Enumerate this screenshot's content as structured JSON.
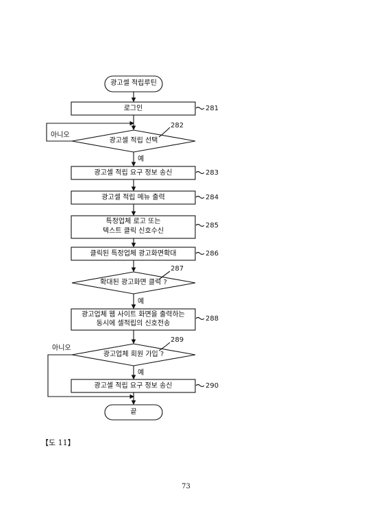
{
  "flowchart": {
    "start": "광고셀 적립루틴",
    "end": "끝",
    "steps": [
      {
        "ref": "281",
        "text": "로그인"
      },
      {
        "ref": "282",
        "text": "광고셀 적립 선택"
      },
      {
        "ref": "283",
        "text": "광고셀 적립 요구 정보 송신"
      },
      {
        "ref": "284",
        "text": "광고셀 적립 메뉴 출력"
      },
      {
        "ref": "285",
        "line1": "특정업체 로고 또는",
        "line2": "텍스트 클릭 신호수신"
      },
      {
        "ref": "286",
        "text": "클릭된 특정업체 광고화면확대"
      },
      {
        "ref": "287",
        "text": "확대된 광고화면 클릭 ?"
      },
      {
        "ref": "288",
        "line1": "광고업체 웹 사이트 화면을 출력하는",
        "line2": "동시에 셀적립의 신호전송"
      },
      {
        "ref": "289",
        "text": "광고업체 회원 가입 ?"
      },
      {
        "ref": "290",
        "text": "광고셀 적립 요구 정보 송신"
      }
    ],
    "yes": "예",
    "no": "아니오"
  },
  "figure_label": "【도 11】",
  "page_number": "73"
}
